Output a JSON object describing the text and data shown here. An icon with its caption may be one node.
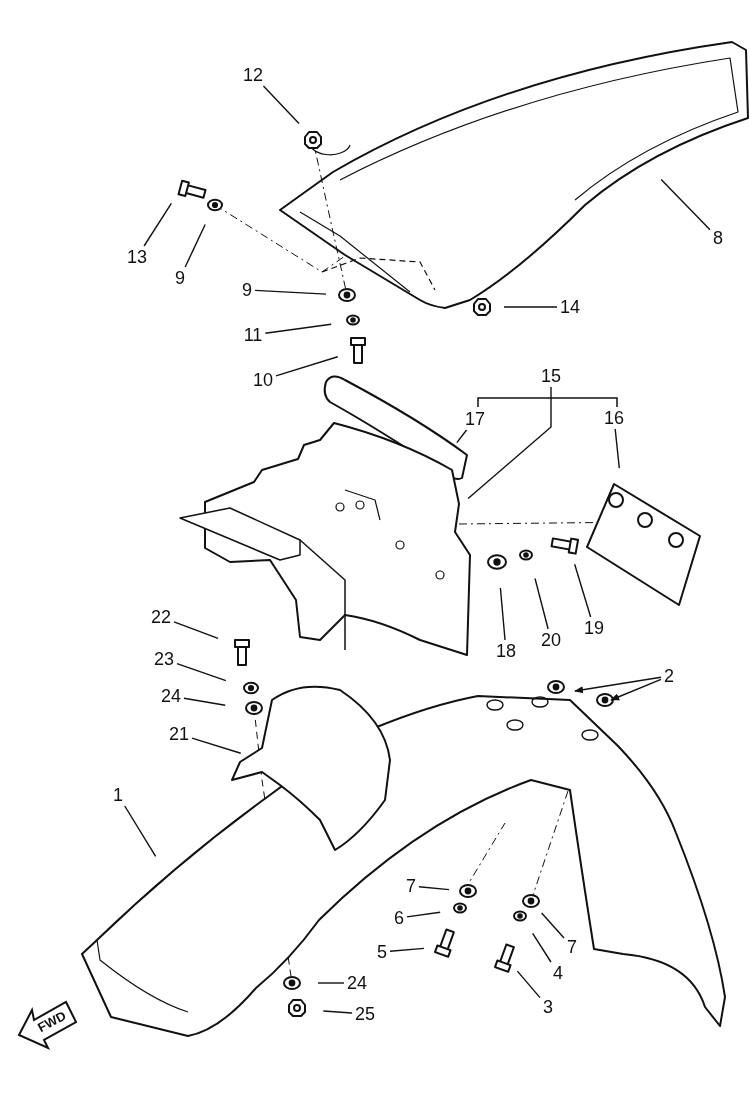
{
  "diagram": {
    "nodes": [
      {
        "text": [
          "12"
        ]
      },
      {
        "text": [
          "13"
        ]
      },
      {
        "text": [
          "9"
        ]
      },
      {
        "text": [
          "8"
        ]
      },
      {
        "text": [
          "9"
        ]
      },
      {
        "text": [
          "14"
        ]
      },
      {
        "text": [
          "11"
        ]
      },
      {
        "text": [
          "10"
        ]
      },
      {
        "text": [
          "15"
        ]
      },
      {
        "text": [
          "17"
        ]
      },
      {
        "text": [
          "16"
        ]
      },
      {
        "text": [
          "18"
        ]
      },
      {
        "text": [
          "20"
        ]
      },
      {
        "text": [
          "19"
        ]
      },
      {
        "text": [
          "22"
        ]
      },
      {
        "text": [
          "23"
        ]
      },
      {
        "text": [
          "2"
        ]
      },
      {
        "text": [
          "24"
        ]
      },
      {
        "text": [
          "21"
        ]
      },
      {
        "text": [
          "1"
        ]
      },
      {
        "text": [
          "7"
        ]
      },
      {
        "text": [
          "6"
        ]
      },
      {
        "text": [
          "7"
        ]
      },
      {
        "text": [
          "5"
        ]
      },
      {
        "text": [
          "4"
        ]
      },
      {
        "text": [
          "3"
        ]
      },
      {
        "text": [
          "24"
        ]
      },
      {
        "text": [
          "25"
        ]
      }
    ],
    "edges": [
      {
        "from": 0,
        "to": null,
        "arrow": "none"
      },
      {
        "from": 1,
        "to": null,
        "arrow": "none"
      },
      {
        "from": 2,
        "to": null,
        "arrow": "none"
      },
      {
        "from": 3,
        "to": null,
        "arrow": "none"
      },
      {
        "from": 4,
        "to": null,
        "arrow": "none"
      },
      {
        "from": 5,
        "to": null,
        "arrow": "none"
      },
      {
        "from": 6,
        "to": null,
        "arrow": "none"
      },
      {
        "from": 7,
        "to": null,
        "arrow": "none"
      },
      {
        "from": 8,
        "to": null,
        "arrow": "none"
      },
      {
        "from": 9,
        "to": null,
        "arrow": "none"
      },
      {
        "from": 10,
        "to": null,
        "arrow": "none"
      },
      {
        "from": 11,
        "to": null,
        "arrow": "none"
      },
      {
        "from": 12,
        "to": null,
        "arrow": "none"
      },
      {
        "from": 13,
        "to": null,
        "arrow": "none"
      },
      {
        "from": 14,
        "to": null,
        "arrow": "none"
      },
      {
        "from": 15,
        "to": null,
        "arrow": "none"
      },
      {
        "from": 16,
        "to": null,
        "arrow": "to"
      },
      {
        "from": 16,
        "to": null,
        "arrow": "to"
      },
      {
        "from": 17,
        "to": null,
        "arrow": "none"
      },
      {
        "from": 18,
        "to": null,
        "arrow": "none"
      },
      {
        "from": 19,
        "to": null,
        "arrow": "none"
      },
      {
        "from": 20,
        "to": null,
        "arrow": "none"
      },
      {
        "from": 21,
        "to": null,
        "arrow": "none"
      },
      {
        "from": 22,
        "to": null,
        "arrow": "none"
      },
      {
        "from": 23,
        "to": null,
        "arrow": "none"
      },
      {
        "from": 24,
        "to": null,
        "arrow": "none"
      },
      {
        "from": 25,
        "to": null,
        "arrow": "none"
      },
      {
        "from": 26,
        "to": null,
        "arrow": "none"
      },
      {
        "from": 27,
        "to": null,
        "arrow": "none"
      }
    ],
    "labels": [
      "FWD"
    ]
  }
}
